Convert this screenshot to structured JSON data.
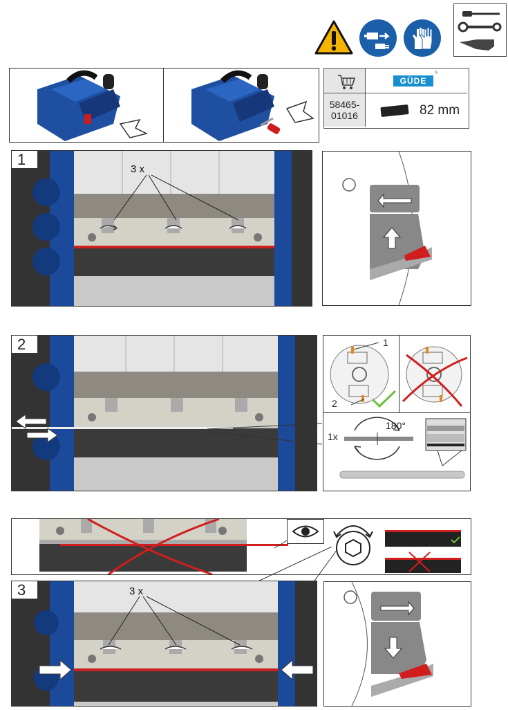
{
  "info_table": {
    "brand": "GÜDE",
    "article_number_line1": "58465-",
    "article_number_line2": "01016",
    "blade_length": "82 mm"
  },
  "steps": {
    "step1": {
      "number": "1",
      "quantity_label": "3 x"
    },
    "step2": {
      "number": "2",
      "callout_1": "1",
      "callout_2": "2",
      "count_label": "1x",
      "rotation_label": "180°"
    },
    "step3": {
      "number": "3",
      "quantity_label": "3 x"
    }
  },
  "icons": [
    "warning-icon",
    "unplug-icon",
    "gloves-icon",
    "tools-icon",
    "cart-icon",
    "eye-icon",
    "hex-wrench-icon",
    "check-icon",
    "cross-icon"
  ]
}
